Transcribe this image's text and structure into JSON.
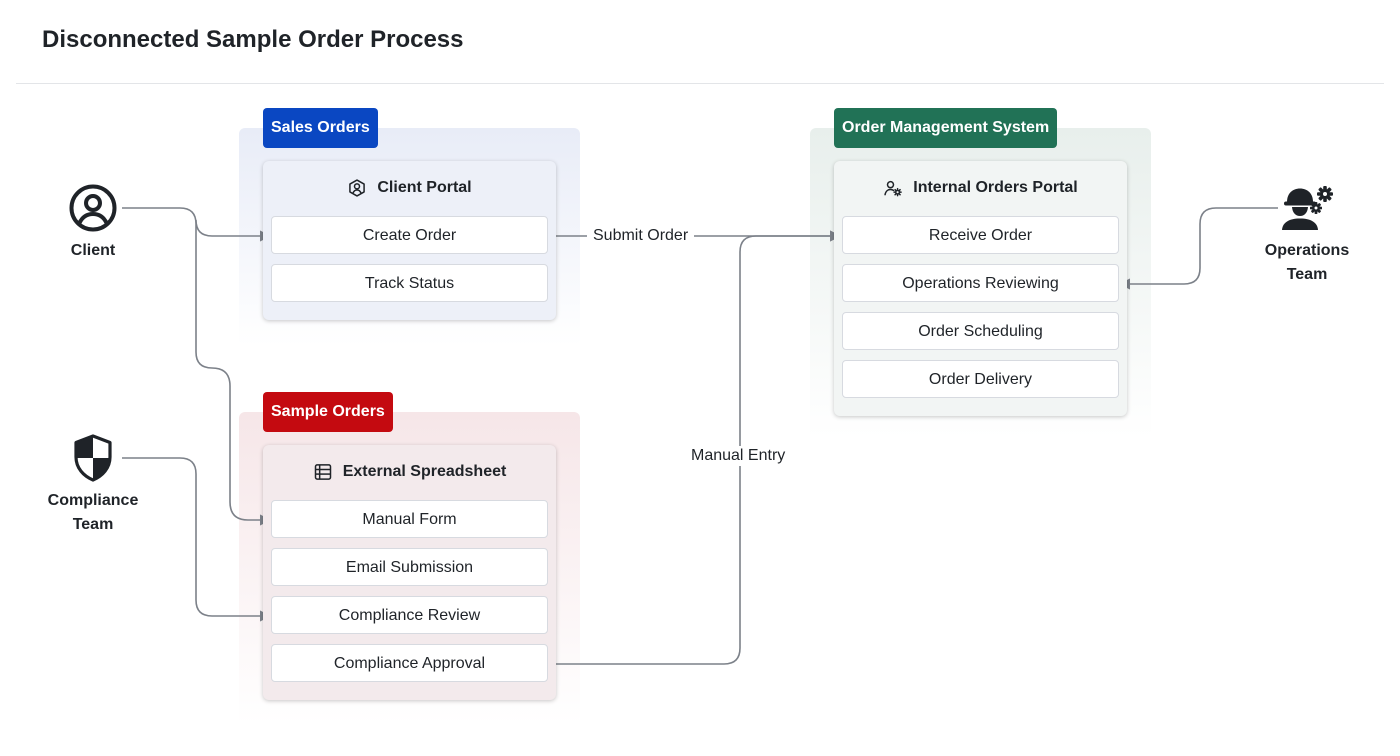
{
  "title": "Disconnected Sample Order Process",
  "colors": {
    "sales_accent": "#0a47c2",
    "sample_accent": "#c40a10",
    "oms_accent": "#217256",
    "connector": "#7c8189"
  },
  "actors": {
    "client": {
      "label": "Client",
      "icon": "user-circle-icon"
    },
    "compliance": {
      "label": "Compliance Team",
      "icon": "shield-icon"
    },
    "operations": {
      "label": "Operations Team",
      "icon": "worker-gear-icon"
    }
  },
  "groups": {
    "sales": {
      "label": "Sales Orders",
      "panel_title": "Client Portal",
      "panel_icon": "hexagon-user-icon",
      "items": [
        "Create Order",
        "Track Status"
      ]
    },
    "sample": {
      "label": "Sample Orders",
      "panel_title": "External Spreadsheet",
      "panel_icon": "spreadsheet-icon",
      "items": [
        "Manual Form",
        "Email Submission",
        "Compliance Review",
        "Compliance Approval"
      ]
    },
    "oms": {
      "label": "Order Management System",
      "panel_title": "Internal Orders Portal",
      "panel_icon": "user-gear-icon",
      "items": [
        "Receive Order",
        "Operations Reviewing",
        "Order Scheduling",
        "Order Delivery"
      ]
    }
  },
  "edges": {
    "submit_order": "Submit Order",
    "manual_entry": "Manual Entry"
  }
}
